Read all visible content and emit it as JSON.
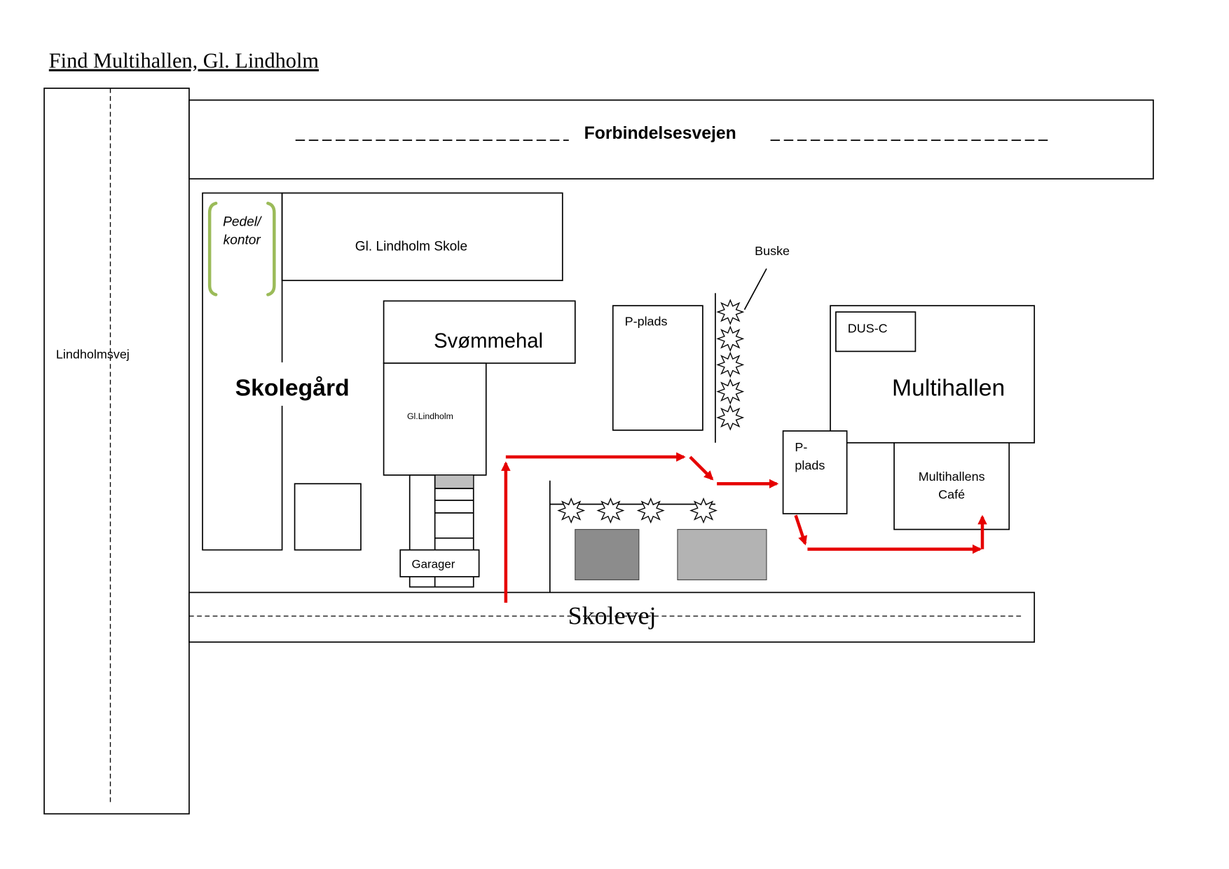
{
  "title": "Find Multihallen, Gl. Lindholm",
  "roads": {
    "lindholmsvej": "Lindholmsvej",
    "forbindelsesvejen": "Forbindelsesvejen",
    "skolevej": "Skolevej"
  },
  "buildings": {
    "skole": "Gl. Lindholm Skole",
    "pedel": [
      "Pedel/",
      "kontor"
    ],
    "skolegaard": "Skolegård",
    "svommehal": "Svømmehal",
    "gl_lindholm": "Gl.Lindholm",
    "garager": "Garager",
    "multihallen": "Multihallen",
    "dus": "DUS-C",
    "cafe": [
      "Multihallens",
      "Café"
    ]
  },
  "parking": {
    "p1": "P-plads",
    "p2": [
      "P-",
      "plads"
    ]
  },
  "labels": {
    "buske": "Buske"
  },
  "colors": {
    "route": "#e60000",
    "bracket": "#9bbb59",
    "dark_box": "#8c8c8c",
    "light_box": "#b3b3b3",
    "garage_fill": "#bfbfbf"
  }
}
